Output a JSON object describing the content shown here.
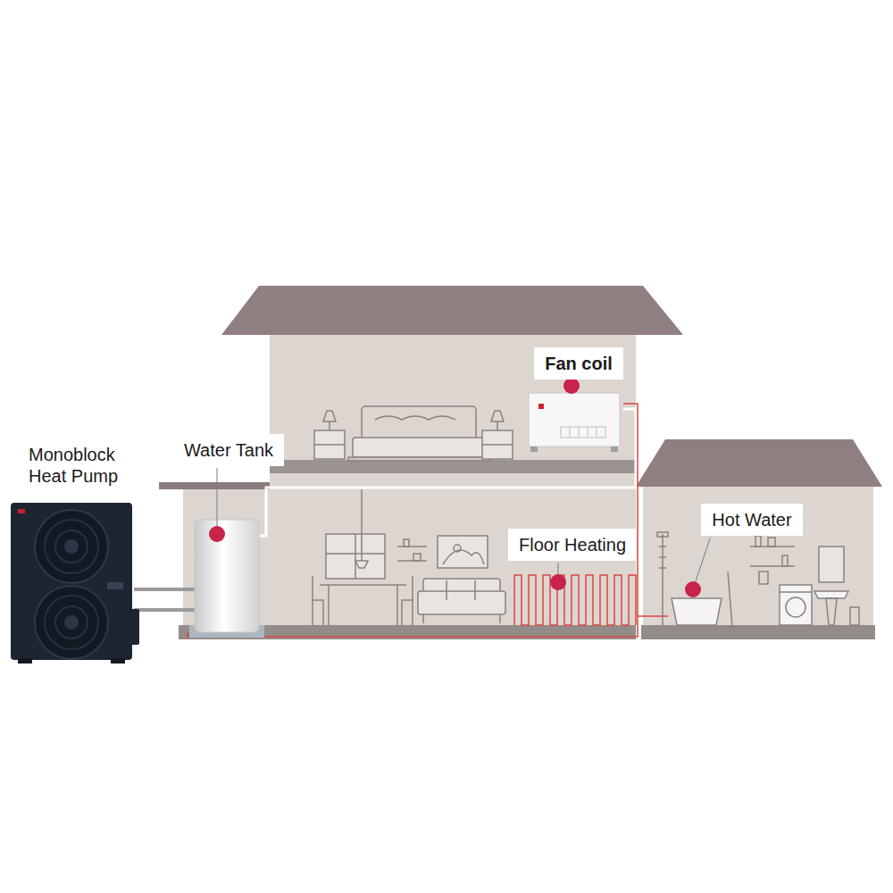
{
  "diagram": {
    "nodes": [
      {
        "text": [
          "Water Tank"
        ]
      },
      {
        "text": [
          "Fan coil"
        ]
      },
      {
        "text": [
          "Floor Heating"
        ]
      },
      {
        "text": [
          "Hot Water"
        ]
      }
    ],
    "labels": [
      "Monoblock Heat Pump"
    ]
  }
}
